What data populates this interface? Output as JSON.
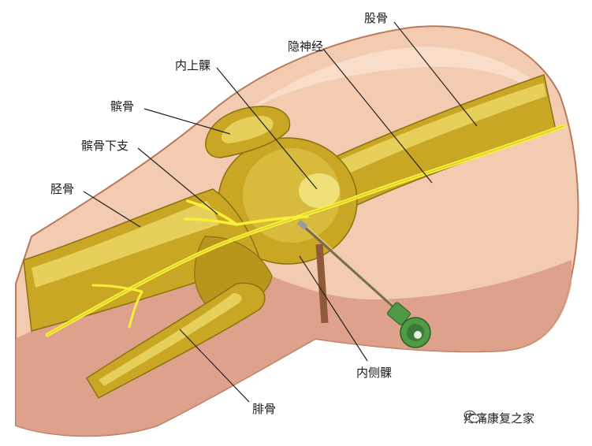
{
  "labels": {
    "femur": "股骨",
    "saphenous_nerve": "隐神经",
    "medial_epicondyle": "内上髁",
    "patella": "髌骨",
    "infrapatellar_branch": "髌骨下支",
    "tibia": "胫骨",
    "medial_condyle": "内侧髁",
    "fibula": "腓骨"
  },
  "watermark": {
    "text": "疼痛康复之家",
    "icon": "wechat-icon"
  },
  "colors": {
    "skin": "#f3cbb0",
    "skin_dark": "#d99b86",
    "bone": "#c9a624",
    "bone_light": "#e6cf5a",
    "bone_dark": "#9e8316",
    "nerve": "#f7ef3a",
    "needle_hub": "#4f9a45",
    "leader": "#222222"
  }
}
